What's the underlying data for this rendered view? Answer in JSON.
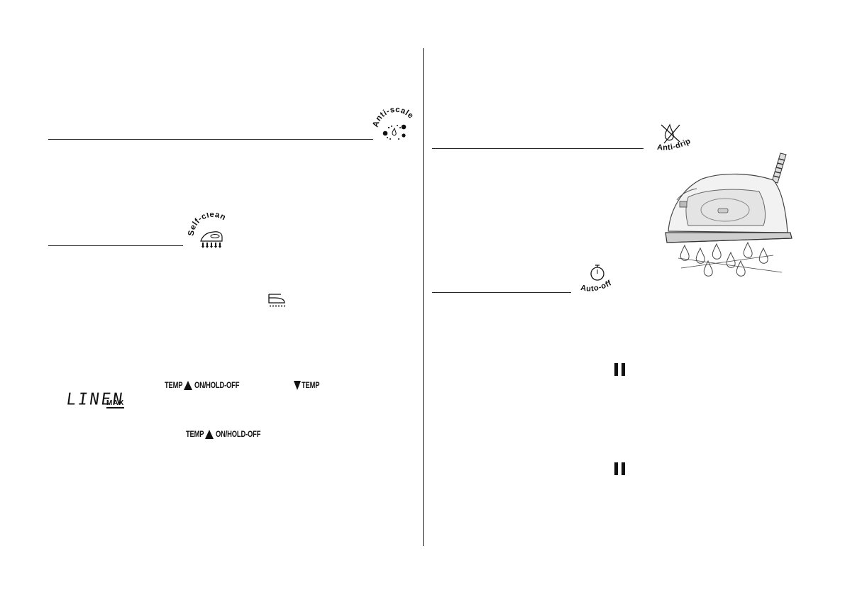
{
  "left_column": {
    "anti_scale_badge": {
      "label": "Anti-scale",
      "icon": "anti-scale-icon"
    },
    "self_clean_badge": {
      "label": "Self-clean",
      "icon": "self-clean-iron-icon"
    },
    "vertical_steam_icon": "vertical-steam-icon",
    "display_row1": {
      "temp_up_label": "TEMP",
      "on_hold_off_label": "ON/HOLD-OFF",
      "temp_down_label": "TEMP"
    },
    "lcd_display": {
      "text": "LINEN",
      "suffix": "MAX"
    },
    "display_row2": {
      "temp_up_label": "TEMP",
      "on_hold_off_label": "ON/HOLD-OFF"
    }
  },
  "right_column": {
    "anti_drip_badge": {
      "label": "Anti-drip",
      "icon": "anti-drip-icon"
    },
    "auto_off_badge": {
      "label": "Auto-off",
      "icon": "timer-icon"
    },
    "iron_illustration": "steam-iron-with-drops-illustration",
    "pause_icons": [
      "pause-icon",
      "pause-icon"
    ]
  }
}
